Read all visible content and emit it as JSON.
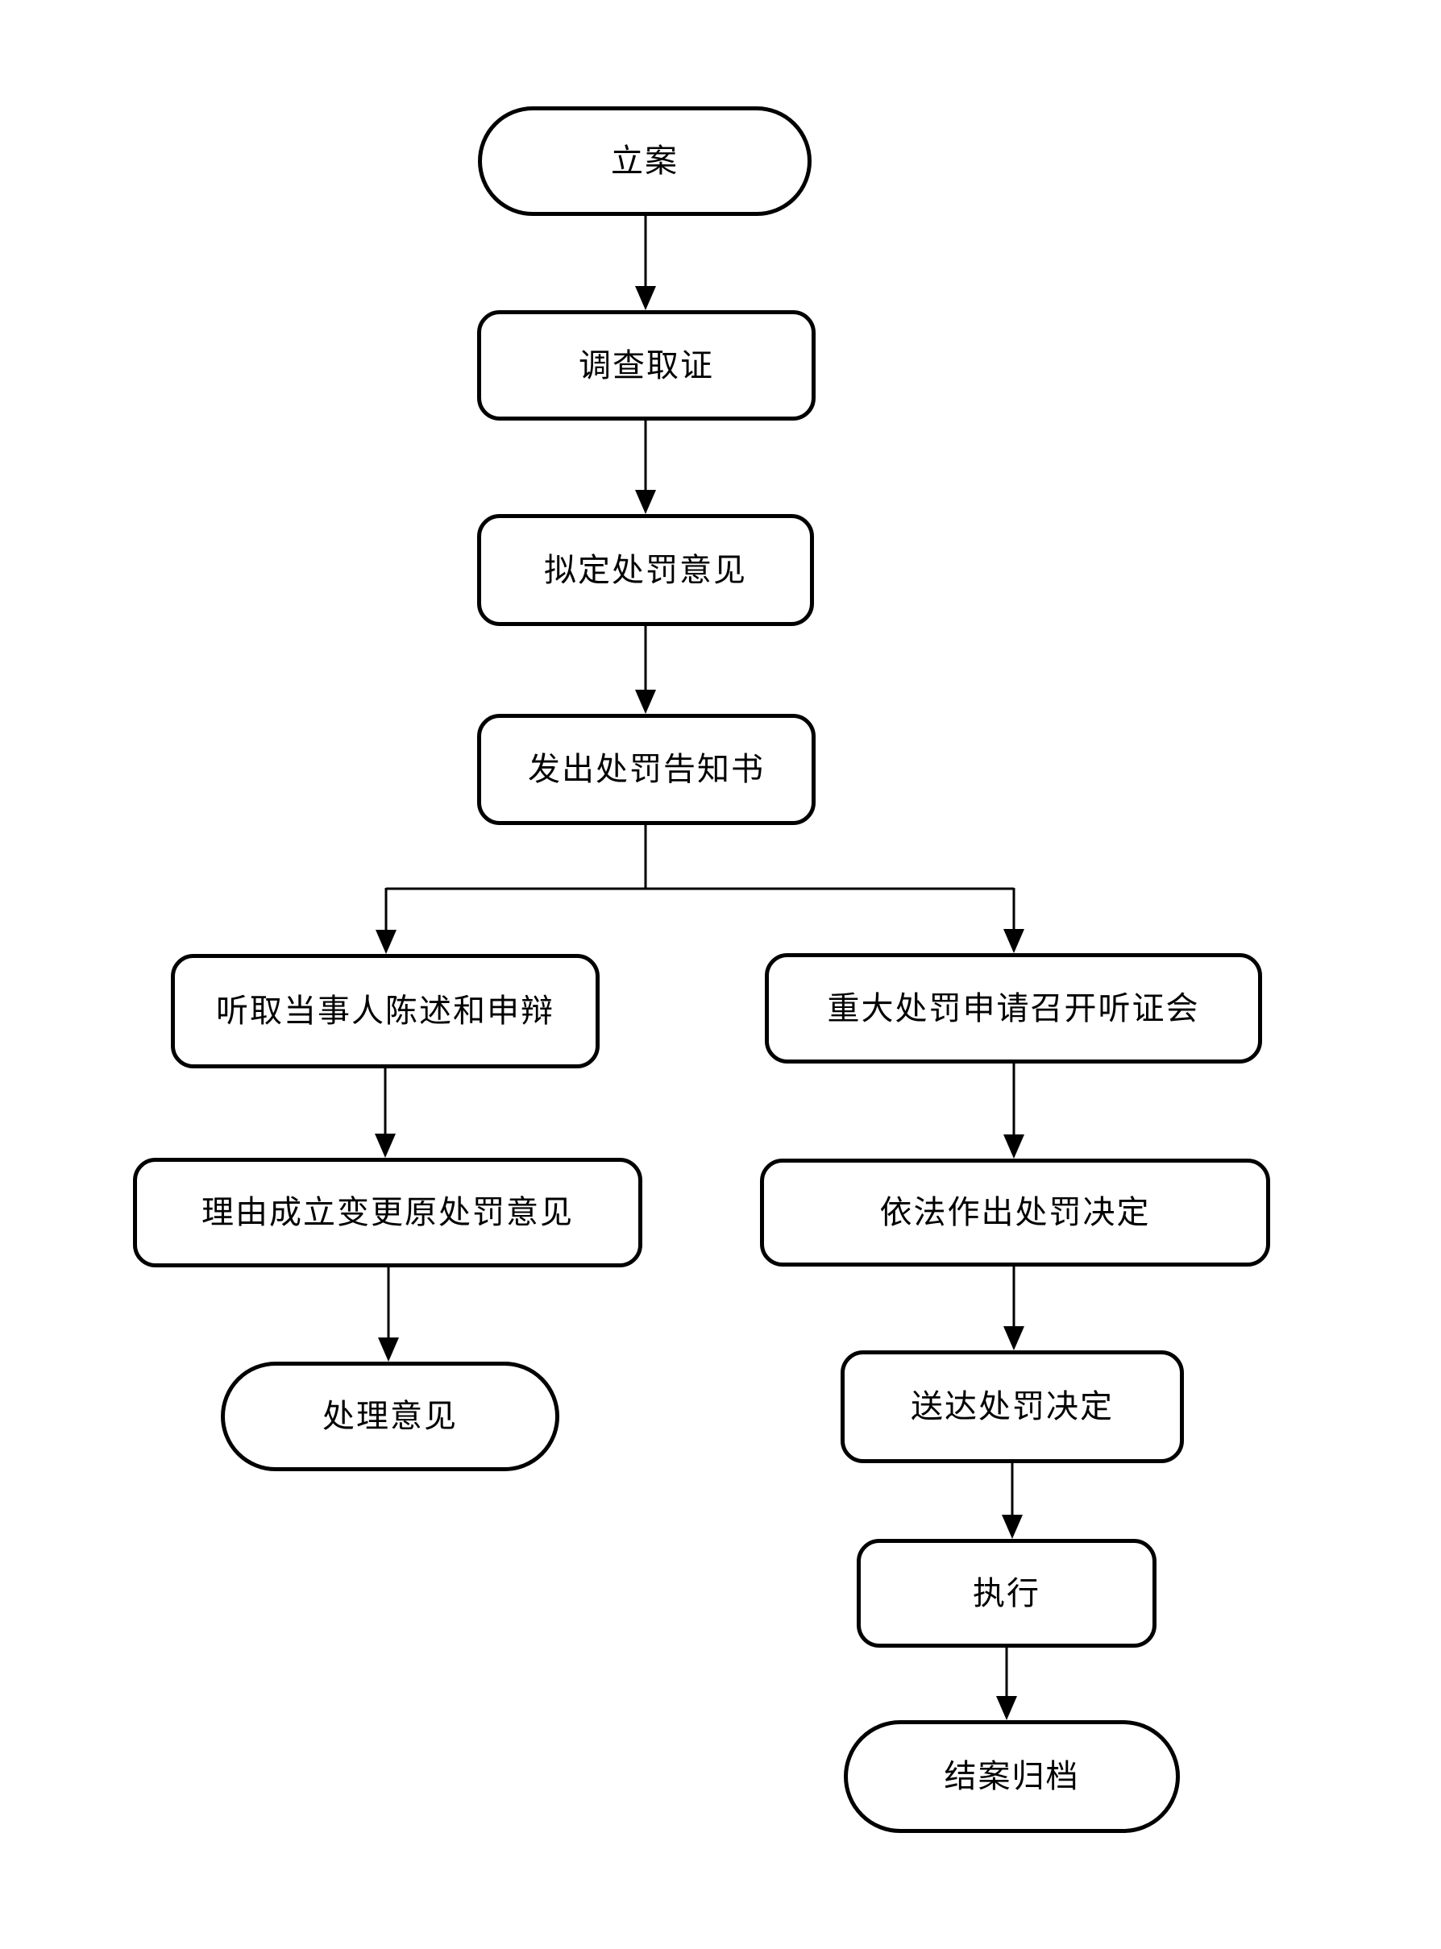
{
  "diagram": {
    "type": "flowchart",
    "direction": "top-down",
    "colors": {
      "stroke": "#000000",
      "background": "#ffffff",
      "text": "#000000"
    },
    "nodes": [
      {
        "id": "start",
        "shape": "stadium",
        "label": "立案"
      },
      {
        "id": "investigate",
        "shape": "rounded-rect",
        "label": "调查取证"
      },
      {
        "id": "draft-opinion",
        "shape": "rounded-rect",
        "label": "拟定处罚意见"
      },
      {
        "id": "issue-notice",
        "shape": "rounded-rect",
        "label": "发出处罚告知书"
      },
      {
        "id": "hear-statement",
        "shape": "rounded-rect",
        "label": "听取当事人陈述和申辩"
      },
      {
        "id": "change-opinion",
        "shape": "rounded-rect",
        "label": "理由成立变更原处罚意见"
      },
      {
        "id": "handling-opinion",
        "shape": "stadium",
        "label": "处理意见"
      },
      {
        "id": "hearing",
        "shape": "rounded-rect",
        "label": "重大处罚申请召开听证会"
      },
      {
        "id": "decision",
        "shape": "rounded-rect",
        "label": "依法作出处罚决定"
      },
      {
        "id": "deliver-decision",
        "shape": "rounded-rect",
        "label": "送达处罚决定"
      },
      {
        "id": "execute",
        "shape": "rounded-rect",
        "label": "执行"
      },
      {
        "id": "close-archive",
        "shape": "stadium",
        "label": "结案归档"
      }
    ],
    "edges": [
      {
        "from": "start",
        "to": "investigate"
      },
      {
        "from": "investigate",
        "to": "draft-opinion"
      },
      {
        "from": "draft-opinion",
        "to": "issue-notice"
      },
      {
        "from": "issue-notice",
        "to": "hear-statement"
      },
      {
        "from": "issue-notice",
        "to": "hearing"
      },
      {
        "from": "hear-statement",
        "to": "change-opinion"
      },
      {
        "from": "change-opinion",
        "to": "handling-opinion"
      },
      {
        "from": "hearing",
        "to": "decision"
      },
      {
        "from": "decision",
        "to": "deliver-decision"
      },
      {
        "from": "deliver-decision",
        "to": "execute"
      },
      {
        "from": "execute",
        "to": "close-archive"
      }
    ]
  }
}
